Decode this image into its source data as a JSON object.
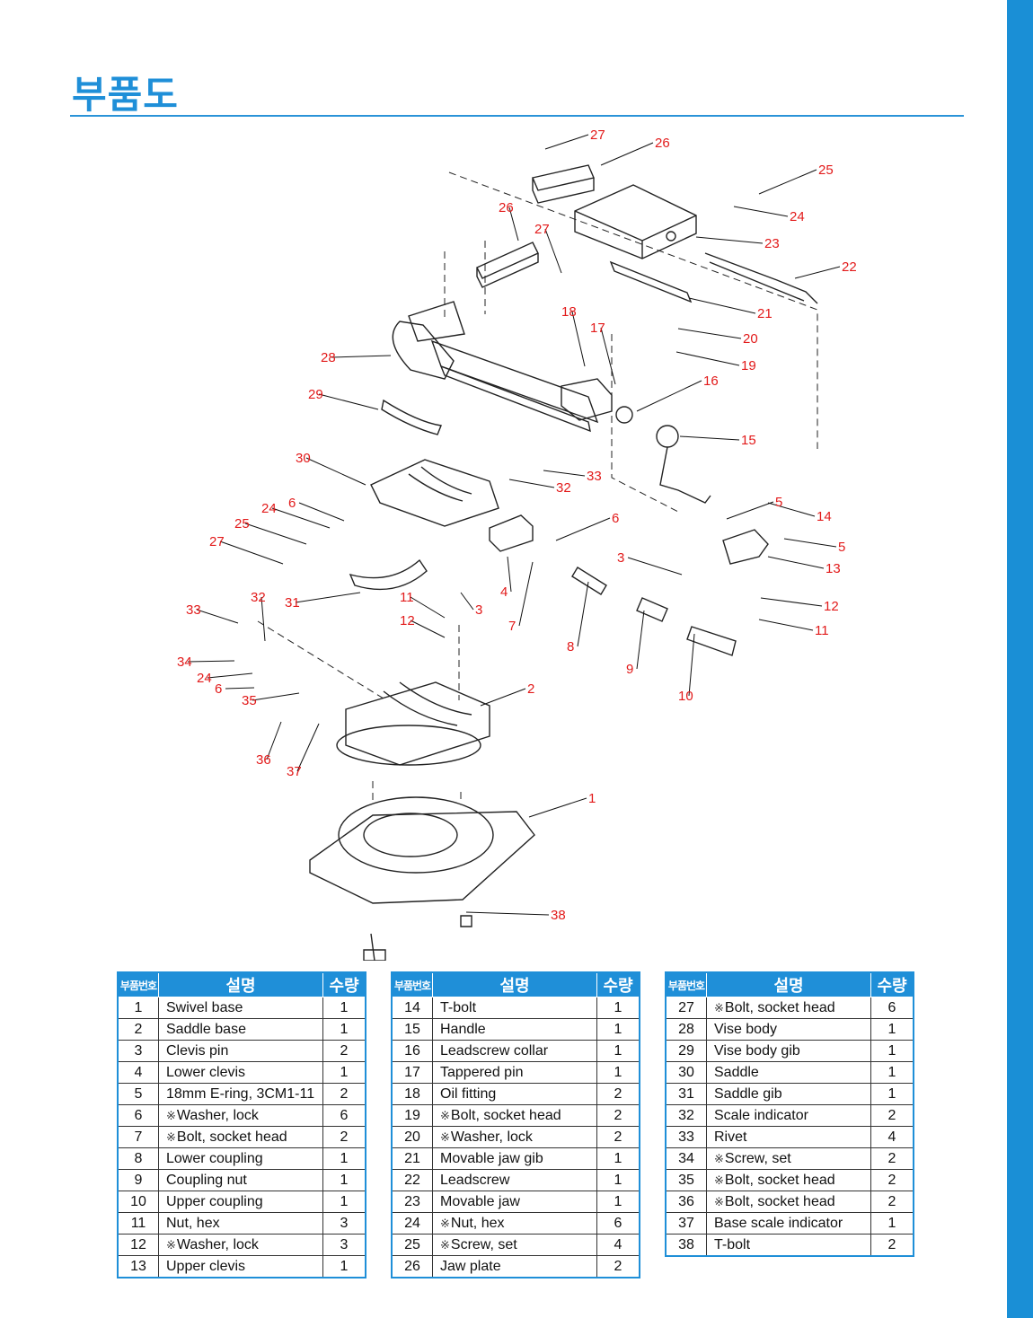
{
  "page": {
    "title": "부품도",
    "accent_color": "#1f8fd8",
    "label_color": "#e21a1a"
  },
  "diagram": {
    "labels": [
      "27",
      "26",
      "25",
      "24",
      "23",
      "22",
      "26",
      "27",
      "21",
      "20",
      "19",
      "18",
      "17",
      "16",
      "15",
      "28",
      "29",
      "30",
      "33",
      "32",
      "5",
      "6",
      "24",
      "6",
      "25",
      "27",
      "14",
      "5",
      "13",
      "3",
      "31",
      "12",
      "11",
      "11",
      "3",
      "4",
      "7",
      "8",
      "12",
      "33",
      "32",
      "34",
      "24",
      "6",
      "35",
      "9",
      "10",
      "2",
      "36",
      "37",
      "1",
      "38"
    ]
  },
  "table_headers": {
    "no": "부품번호",
    "desc": "설명",
    "qty": "수량"
  },
  "tables": [
    {
      "rows": [
        {
          "no": "1",
          "mark": "",
          "desc": "Swivel base",
          "qty": "1"
        },
        {
          "no": "2",
          "mark": "",
          "desc": "Saddle base",
          "qty": "1"
        },
        {
          "no": "3",
          "mark": "",
          "desc": "Clevis pin",
          "qty": "2"
        },
        {
          "no": "4",
          "mark": "",
          "desc": "Lower clevis",
          "qty": "1"
        },
        {
          "no": "5",
          "mark": "",
          "desc": "18mm E-ring, 3CM1-11",
          "qty": "2"
        },
        {
          "no": "6",
          "mark": "※",
          "desc": "Washer, lock",
          "qty": "6"
        },
        {
          "no": "7",
          "mark": "※",
          "desc": "Bolt, socket head",
          "qty": "2"
        },
        {
          "no": "8",
          "mark": "",
          "desc": "Lower coupling",
          "qty": "1"
        },
        {
          "no": "9",
          "mark": "",
          "desc": "Coupling nut",
          "qty": "1"
        },
        {
          "no": "10",
          "mark": "",
          "desc": "Upper coupling",
          "qty": "1"
        },
        {
          "no": "11",
          "mark": "",
          "desc": "Nut, hex",
          "qty": "3"
        },
        {
          "no": "12",
          "mark": "※",
          "desc": "Washer, lock",
          "qty": "3"
        },
        {
          "no": "13",
          "mark": "",
          "desc": "Upper clevis",
          "qty": "1"
        }
      ]
    },
    {
      "rows": [
        {
          "no": "14",
          "mark": "",
          "desc": "T-bolt",
          "qty": "1"
        },
        {
          "no": "15",
          "mark": "",
          "desc": "Handle",
          "qty": "1"
        },
        {
          "no": "16",
          "mark": "",
          "desc": "Leadscrew collar",
          "qty": "1"
        },
        {
          "no": "17",
          "mark": "",
          "desc": "Tappered pin",
          "qty": "1"
        },
        {
          "no": "18",
          "mark": "",
          "desc": "Oil fitting",
          "qty": "2"
        },
        {
          "no": "19",
          "mark": "※",
          "desc": "Bolt, socket head",
          "qty": "2"
        },
        {
          "no": "20",
          "mark": "※",
          "desc": "Washer, lock",
          "qty": "2"
        },
        {
          "no": "21",
          "mark": "",
          "desc": "Movable jaw gib",
          "qty": "1"
        },
        {
          "no": "22",
          "mark": "",
          "desc": "Leadscrew",
          "qty": "1"
        },
        {
          "no": "23",
          "mark": "",
          "desc": "Movable jaw",
          "qty": "1"
        },
        {
          "no": "24",
          "mark": "※",
          "desc": "Nut, hex",
          "qty": "6"
        },
        {
          "no": "25",
          "mark": "※",
          "desc": "Screw, set",
          "qty": "4"
        },
        {
          "no": "26",
          "mark": "",
          "desc": "Jaw plate",
          "qty": "2"
        }
      ]
    },
    {
      "rows": [
        {
          "no": "27",
          "mark": "※",
          "desc": "Bolt, socket head",
          "qty": "6"
        },
        {
          "no": "28",
          "mark": "",
          "desc": "Vise body",
          "qty": "1"
        },
        {
          "no": "29",
          "mark": "",
          "desc": "Vise body gib",
          "qty": "1"
        },
        {
          "no": "30",
          "mark": "",
          "desc": "Saddle",
          "qty": "1"
        },
        {
          "no": "31",
          "mark": "",
          "desc": "Saddle gib",
          "qty": "1"
        },
        {
          "no": "32",
          "mark": "",
          "desc": "Scale indicator",
          "qty": "2"
        },
        {
          "no": "33",
          "mark": "",
          "desc": "Rivet",
          "qty": "4"
        },
        {
          "no": "34",
          "mark": "※",
          "desc": "Screw, set",
          "qty": "2"
        },
        {
          "no": "35",
          "mark": "※",
          "desc": "Bolt, socket head",
          "qty": "2"
        },
        {
          "no": "36",
          "mark": "※",
          "desc": "Bolt, socket head",
          "qty": "2"
        },
        {
          "no": "37",
          "mark": "",
          "desc": "Base scale indicator",
          "qty": "1"
        },
        {
          "no": "38",
          "mark": "",
          "desc": "T-bolt",
          "qty": "2"
        }
      ]
    }
  ]
}
